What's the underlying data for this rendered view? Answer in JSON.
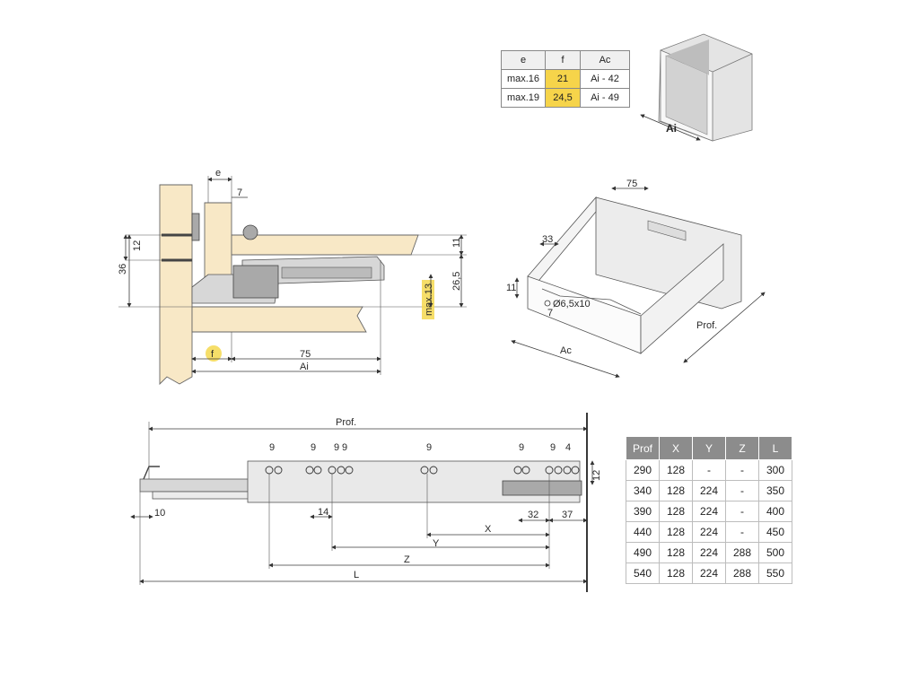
{
  "top_table": {
    "headers": [
      "e",
      "f",
      "Ac"
    ],
    "rows": [
      [
        "max.16",
        "21",
        "Ai - 42"
      ],
      [
        "max.19",
        "24,5",
        "Ai - 49"
      ]
    ]
  },
  "cabinet_label": "Ai",
  "section_view": {
    "e": "e",
    "d7": "7",
    "d12": "12",
    "d36": "36",
    "d11": "11",
    "d26_5": "26,5",
    "max13": "max.13",
    "f": "f",
    "d75": "75",
    "Ai": "Ai"
  },
  "iso_view": {
    "d75": "75",
    "d33": "33",
    "d11": "11",
    "hole": "Ø6,5x10",
    "d7": "7",
    "Ac": "Ac",
    "Prof": "Prof."
  },
  "rail_view": {
    "Prof": "Prof.",
    "nine_a": "9",
    "nine_b": "9",
    "nine_c": "9",
    "nine_d": "9",
    "nine_e": "9",
    "nine_f": "9",
    "nine_g": "9",
    "d4": "4",
    "d12": "12",
    "d10": "10",
    "d14": "14",
    "d32": "32",
    "d37": "37",
    "X": "X",
    "Y": "Y",
    "Z": "Z",
    "L": "L"
  },
  "dims_table": {
    "headers": [
      "Prof",
      "X",
      "Y",
      "Z",
      "L"
    ],
    "rows": [
      [
        "290",
        "128",
        "-",
        "-",
        "300"
      ],
      [
        "340",
        "128",
        "224",
        "-",
        "350"
      ],
      [
        "390",
        "128",
        "224",
        "-",
        "400"
      ],
      [
        "440",
        "128",
        "224",
        "-",
        "450"
      ],
      [
        "490",
        "128",
        "224",
        "288",
        "500"
      ],
      [
        "540",
        "128",
        "224",
        "288",
        "550"
      ]
    ]
  }
}
